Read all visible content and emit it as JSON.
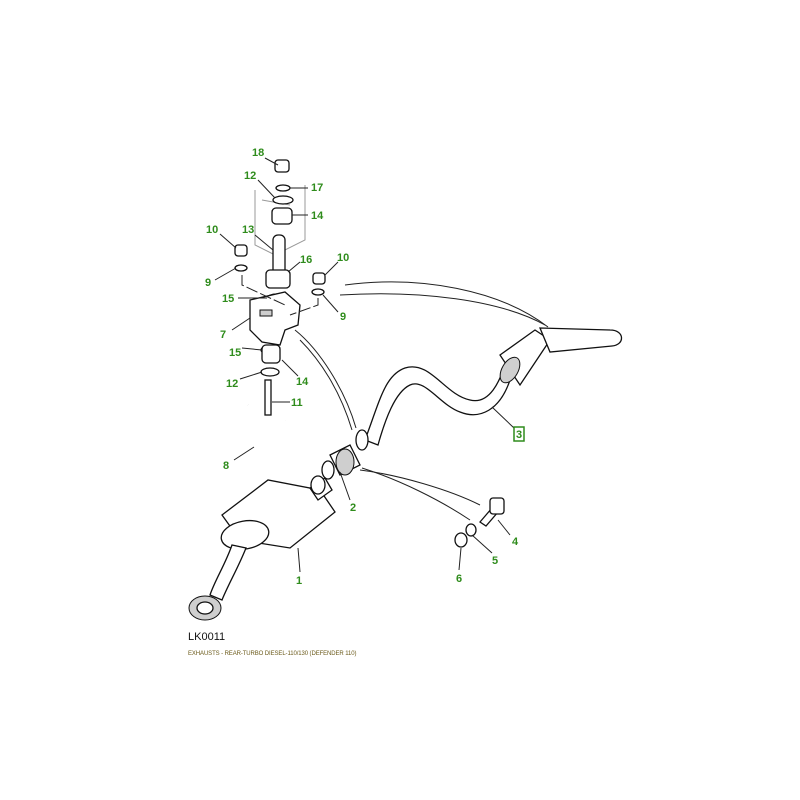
{
  "diagram_code": "LK0011",
  "caption": "EXHAUSTS - REAR-TURBO DIESEL-110/130 (DEFENDER 110)",
  "label_color": "#2f8c1c",
  "callouts": [
    "18",
    "12",
    "17",
    "14",
    "10",
    "13",
    "16",
    "10",
    "9",
    "15",
    "9",
    "7",
    "15",
    "14",
    "12",
    "11",
    "8",
    "3",
    "2",
    "4",
    "5",
    "6",
    "1"
  ]
}
